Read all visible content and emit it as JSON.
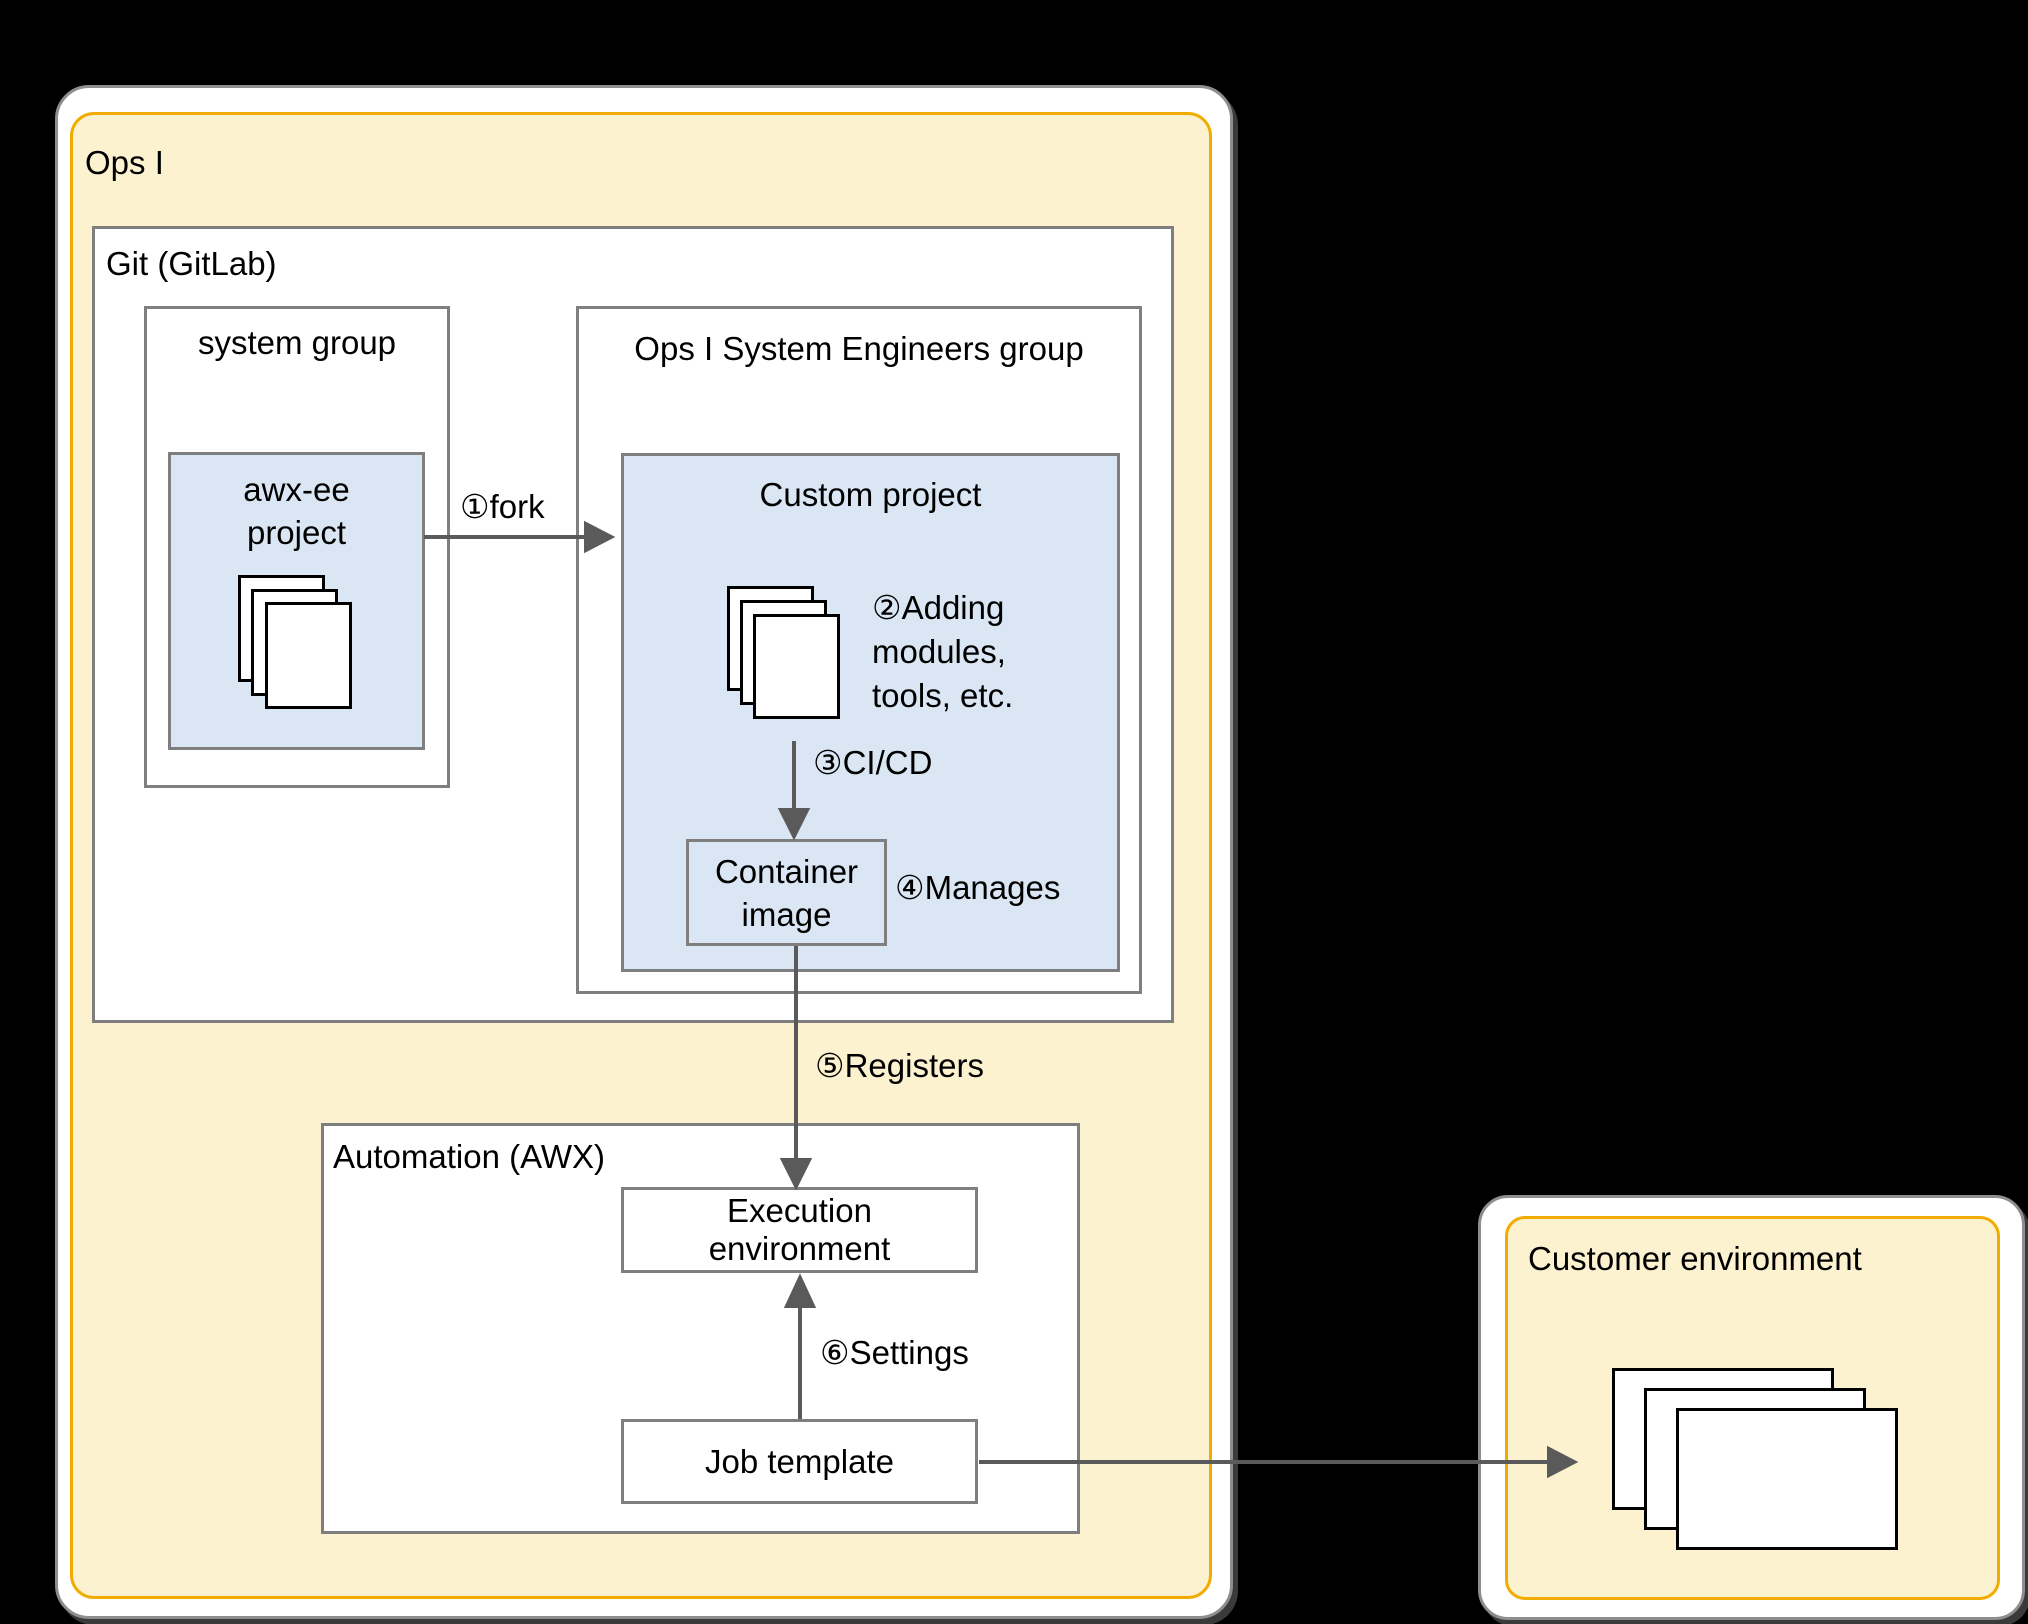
{
  "colors": {
    "background": "#000000",
    "zone_fill": "#fcf2d0",
    "zone_border": "#f2ac00",
    "project_fill": "#dae6f3",
    "box_border": "#7f7f7f",
    "arrow": "#5a5a5a"
  },
  "ops": {
    "title": "Ops I",
    "git": {
      "title": "Git (GitLab)",
      "system_group": {
        "title": "system group",
        "awx_ee_project": {
          "label": "awx-ee\nproject"
        }
      },
      "engineers_group": {
        "title": "Ops I System Engineers group",
        "custom_project": {
          "title": "Custom project",
          "adding_note": "②Adding\nmodules,\ntools, etc.",
          "cicd_label": "③CI/CD",
          "container_image": {
            "label": "Container\nimage"
          },
          "manages_label": "④Manages"
        }
      },
      "fork_label": "①fork"
    },
    "registers_label": "⑤Registers",
    "automation": {
      "title": "Automation (AWX)",
      "execution_environment": {
        "label": "Execution\nenvironment"
      },
      "settings_label": "⑥Settings",
      "job_template": {
        "label": "Job template"
      }
    }
  },
  "customer": {
    "title": "Customer environment"
  }
}
